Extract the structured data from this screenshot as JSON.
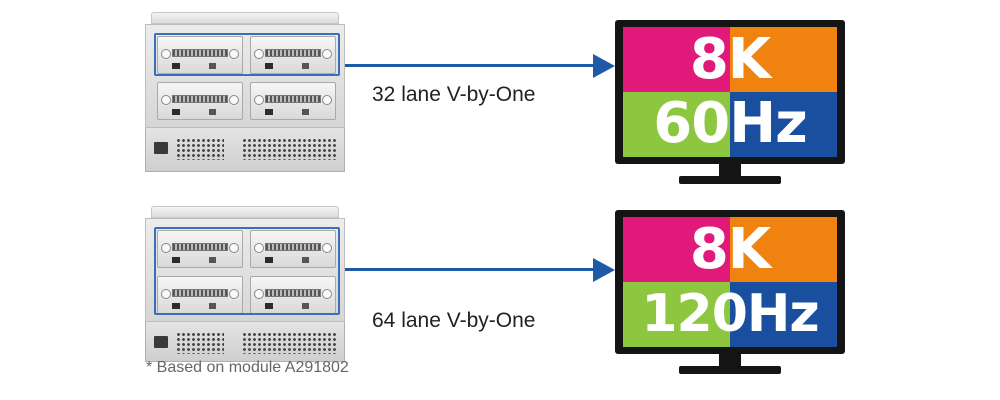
{
  "diagram": {
    "rows": [
      {
        "device_icon": "video-signal-generator-icon",
        "highlighted_modules": 2,
        "interface_label": "32 lane V-by-One",
        "monitor": {
          "resolution_label": "8K",
          "refresh_label": "60Hz",
          "quadrant_colors": [
            "#e0197a",
            "#f0820f",
            "#8dc63f",
            "#1a4fa0"
          ]
        }
      },
      {
        "device_icon": "video-signal-generator-icon",
        "highlighted_modules": 4,
        "interface_label": "64 lane V-by-One",
        "monitor": {
          "resolution_label": "8K",
          "refresh_label": "120Hz",
          "quadrant_colors": [
            "#e0197a",
            "#f0820f",
            "#8dc63f",
            "#1a4fa0"
          ]
        }
      }
    ],
    "arrow_color": "#1f5aa6",
    "highlight_color": "#3a6fb8",
    "footnote": "* Based on module A291802"
  }
}
